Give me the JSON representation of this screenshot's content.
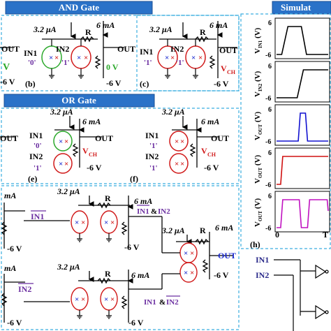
{
  "sections": {
    "and": "AND Gate",
    "or": "OR Gate",
    "sim": "Simulat"
  },
  "panel_labels": {
    "b": "(b)",
    "c": "(c)",
    "e": "(e)",
    "f": "(f)",
    "h": "(h)"
  },
  "circuit": {
    "bias_current": "3.2 μA",
    "load_current": "6 mA",
    "resistor": "R",
    "out": "OUT",
    "neg_supply": "-6 V",
    "in1": "IN1",
    "in2": "IN2",
    "zero": "'0'",
    "one": "'1'",
    "zero_v": "0 V",
    "vch": "V",
    "vch_sub": "CH"
  },
  "and_b": {
    "in1_state": "'0'",
    "in2_state": "'1'",
    "out_level": "0 V"
  },
  "and_c": {
    "in1_state": "'1'",
    "in2_state": "'1'"
  },
  "or_e": {
    "in1_state": "'0'",
    "in2_state": "'1'"
  },
  "or_f": {
    "in1_state": "'1'",
    "in2_state": "'1'"
  },
  "left_edge": {
    "out_b": "OUT",
    "v_b": "V",
    "neg_b": "-6 V",
    "out_e": "OUT"
  },
  "compound": {
    "in1_bar": "IN1",
    "in2_bar": "IN2",
    "term1_a": "IN1",
    "term1_amp": "&",
    "term1_b": "IN2",
    "term2_a": "IN1",
    "term2_amp": "&",
    "term2_b": "IN2",
    "left_current_a": "mA",
    "left_current_b": "mA",
    "neg_left_a": "-6 V",
    "neg_left_b": "-6 V",
    "neg_bottom": "-6 V"
  },
  "simulation": {
    "ylabels": [
      {
        "v": "V",
        "sub": "IN1",
        "unit": "(V)"
      },
      {
        "v": "V",
        "sub": "IN2",
        "unit": "(V)"
      },
      {
        "v": "V",
        "sub": "OUT",
        "unit": "(V)"
      },
      {
        "v": "V",
        "sub": "OUT",
        "unit": "(V)"
      },
      {
        "v": "V",
        "sub": "OUT",
        "unit": "(V)"
      }
    ],
    "ticks_top": "6",
    "ticks_bottom": "-6",
    "x_zero": "0",
    "x_label": "T",
    "colors": [
      "#000000",
      "#000000",
      "#1010d0",
      "#d01010",
      "#c010c0"
    ]
  },
  "gate_diagram": {
    "in1": "IN1",
    "in2": "IN2"
  },
  "colors": {
    "banner": "#2a72c8",
    "banner_border": "#1a4f95",
    "dashed": "#3aaee0",
    "input_purple": "#6a2da0",
    "green": "#2aa82a",
    "blue_x": "#1a2ad0",
    "red": "#d01818",
    "vch_red": "#d01818"
  }
}
